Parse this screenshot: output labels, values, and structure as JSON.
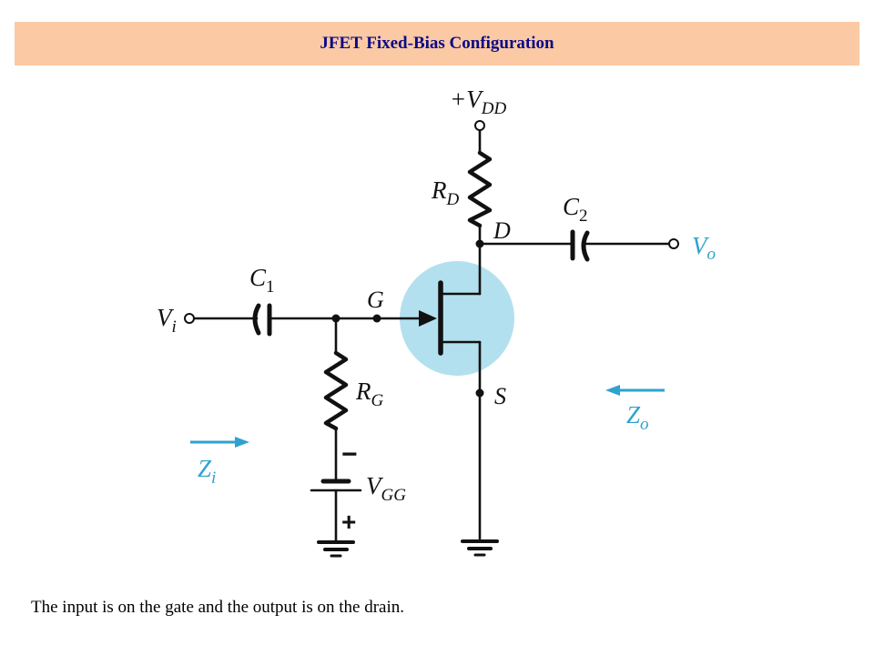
{
  "title": "JFET Fixed-Bias Configuration",
  "caption": "The input is on the gate and the output is on the drain.",
  "labels": {
    "vdd_main": "+V",
    "vdd_sub": "DD",
    "rd_main": "R",
    "rd_sub": "D",
    "drain": "D",
    "c2_main": "C",
    "c2_sub": "2",
    "vo_main": "V",
    "vo_sub": "o",
    "c1_main": "C",
    "c1_sub": "1",
    "gate": "G",
    "vi_main": "V",
    "vi_sub": "i",
    "rg_main": "R",
    "rg_sub": "G",
    "source": "S",
    "zo_main": "Z",
    "zo_sub": "o",
    "zi_main": "Z",
    "zi_sub": "i",
    "vgg_main": "V",
    "vgg_sub": "GG",
    "minus": "−",
    "plus": "+"
  },
  "colors": {
    "title_bg": "#fbc9a3",
    "title_text": "#0a0a8a",
    "highlight": "#b3e0ee",
    "accent_blue": "#2fa2cf"
  }
}
